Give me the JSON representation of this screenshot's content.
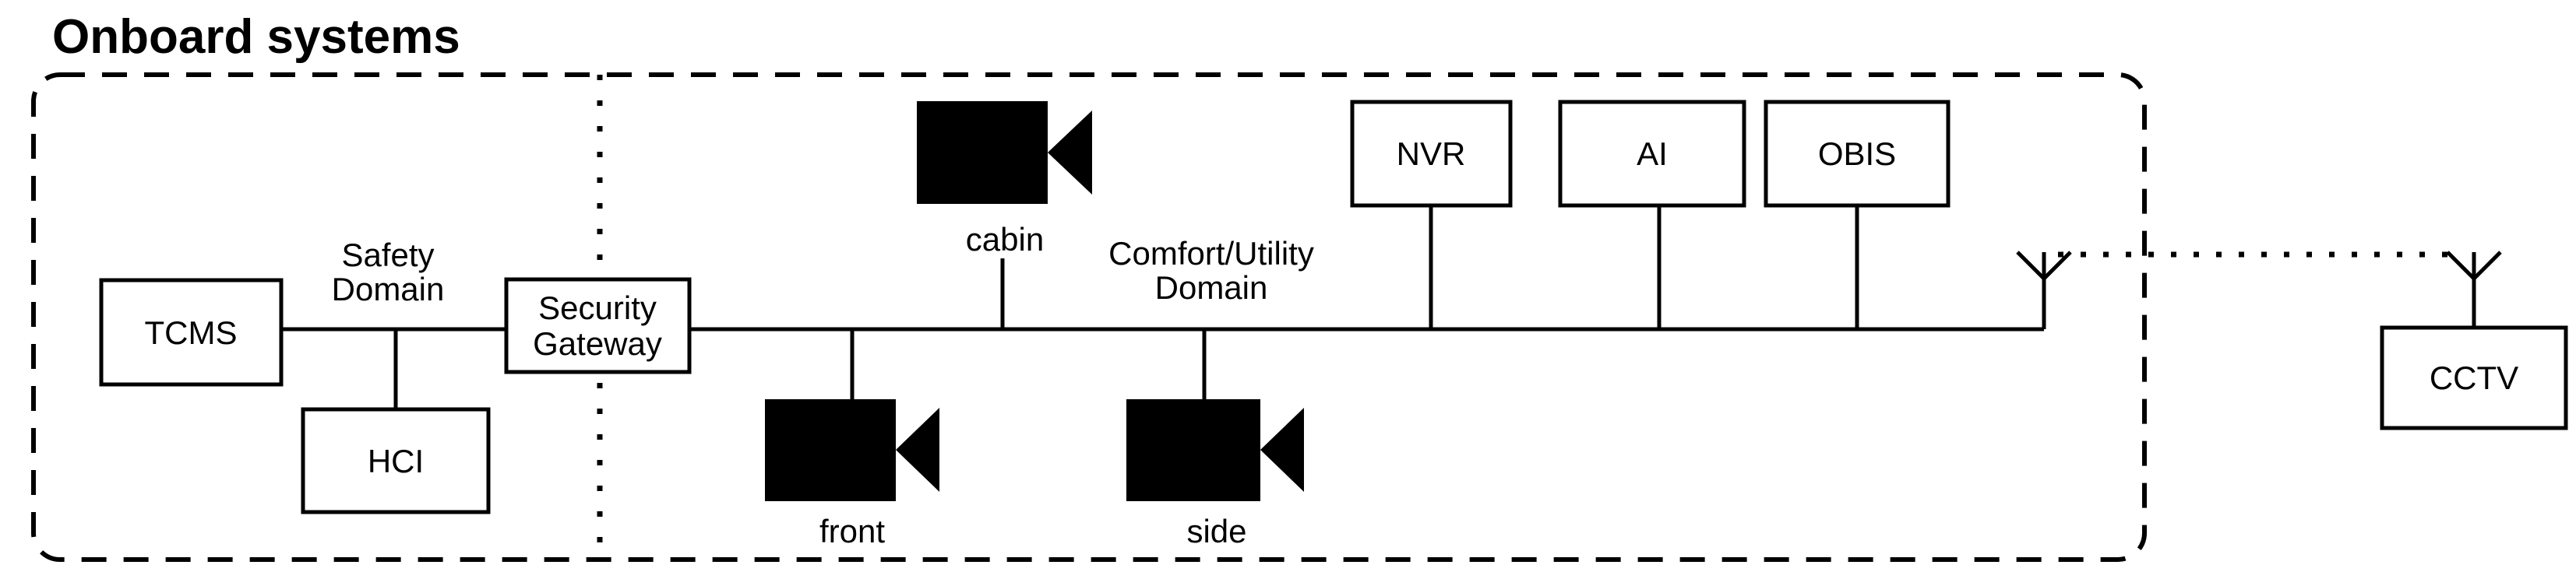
{
  "title": "Onboard systems",
  "colors": {
    "ink": "#000000",
    "background": "#ffffff"
  },
  "domains": {
    "safety": {
      "line1": "Safety",
      "line2": "Domain"
    },
    "comfort": {
      "line1": "Comfort/Utility",
      "line2": "Domain"
    }
  },
  "nodes": {
    "tcms": {
      "label": "TCMS"
    },
    "hci": {
      "label": "HCI"
    },
    "security_gateway": {
      "line1": "Security",
      "line2": "Gateway"
    },
    "nvr": {
      "label": "NVR"
    },
    "ai": {
      "label": "AI"
    },
    "obis": {
      "label": "OBIS"
    },
    "cctv": {
      "label": "CCTV"
    }
  },
  "cameras": {
    "cabin": {
      "label": "cabin"
    },
    "front": {
      "label": "front"
    },
    "side": {
      "label": "side"
    }
  }
}
